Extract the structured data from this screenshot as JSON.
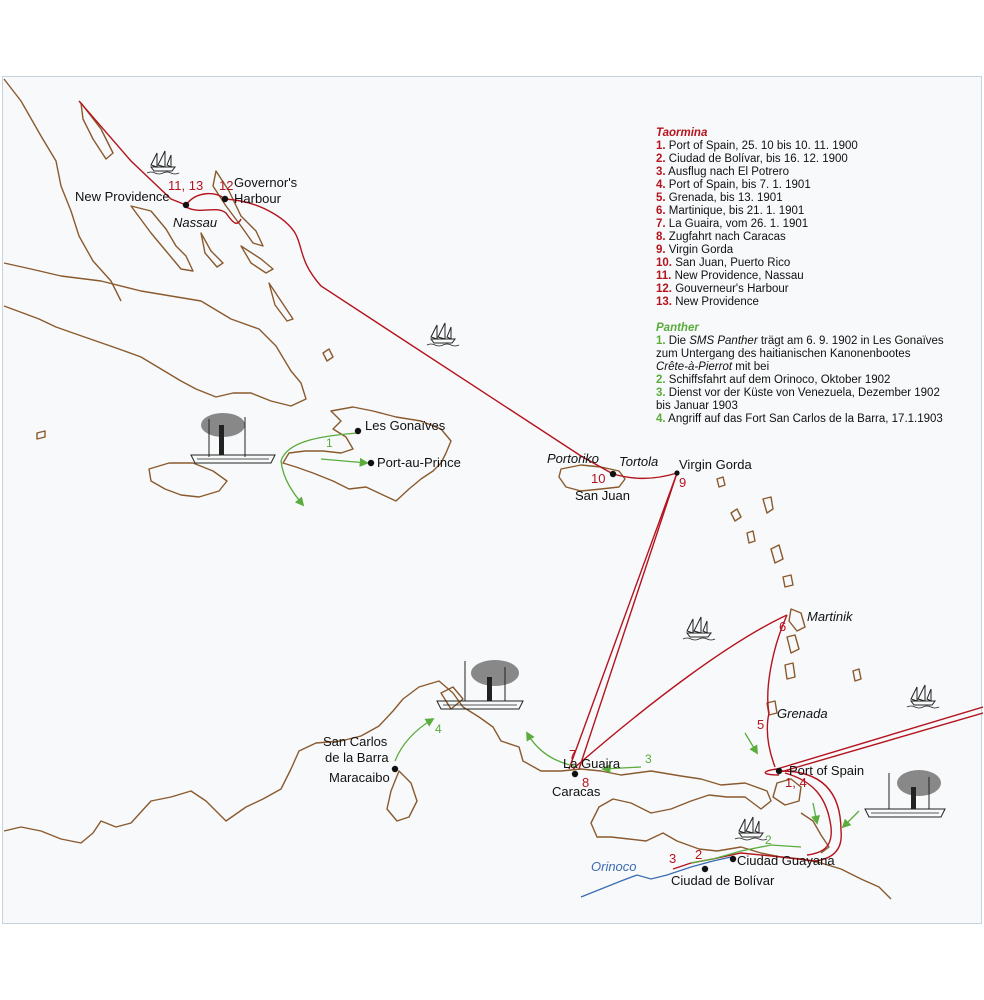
{
  "legend": {
    "taormina": {
      "title": "Taormina",
      "items": [
        {
          "num": "1.",
          "text": "Port of Spain, 25. 10 bis 10. 11. 1900"
        },
        {
          "num": "2.",
          "text": "Ciudad de Bolívar, bis 16. 12. 1900"
        },
        {
          "num": "3.",
          "text": "Ausflug nach El Potrero"
        },
        {
          "num": "4.",
          "text": "Port of Spain, bis 7. 1. 1901"
        },
        {
          "num": "5.",
          "text": "Grenada, bis 13. 1901"
        },
        {
          "num": "6.",
          "text": "Martinique, bis 21. 1. 1901"
        },
        {
          "num": "7.",
          "text": "La Guaira, vom 26. 1. 1901"
        },
        {
          "num": "8.",
          "text": "Zugfahrt nach Caracas"
        },
        {
          "num": "9.",
          "text": "Virgin Gorda"
        },
        {
          "num": "10.",
          "text": "San Juan, Puerto Rico"
        },
        {
          "num": "11.",
          "text": "New Providence, Nassau"
        },
        {
          "num": "12.",
          "text": "Gouverneur's Harbour"
        },
        {
          "num": "13.",
          "text": "New Providence"
        }
      ]
    },
    "panther": {
      "title": "Panther",
      "items": [
        {
          "num": "1.",
          "pre": "Die ",
          "em": "SMS Panther",
          "post": " trägt am 6. 9. 1902 in Les Gonaïves",
          "line2": "zum Untergang des haitianischen Kanonenbootes",
          "em2": "Crête-à-Pierrot",
          "post2": " mit bei"
        },
        {
          "num": "2.",
          "text": "Schiffsfahrt auf dem Orinoco, Oktober 1902"
        },
        {
          "num": "3.",
          "text": "Dienst vor der Küste von Venezuela, Dezember 1902",
          "line2": "bis Januar 1903"
        },
        {
          "num": "4.",
          "text": "Angriff auf das Fort San Carlos de la Barra, 17.1.1903"
        }
      ]
    }
  },
  "places": {
    "new_providence": "New Providence",
    "nassau": "Nassau",
    "governors_1": "Governor's",
    "governors_2": "Harbour",
    "les_gonaives": "Les Gonaïves",
    "port_au_prince": "Port-au-Prince",
    "portoriko": "Portoriko",
    "tortola": "Tortola",
    "virgin_gorda": "Virgin Gorda",
    "san_juan": "San Juan",
    "martinik": "Martinik",
    "grenada": "Grenada",
    "port_of_spain": "Port of Spain",
    "la_guaira": "La Guaira",
    "caracas": "Caracas",
    "san_carlos_1": "San Carlos",
    "san_carlos_2": "de la Barra",
    "maracaibo": "Maracaibo",
    "ciudad_guayana": "Ciudad Guayana",
    "ciudad_bolivar": "Ciudad de Bolívar",
    "orinoco": "Orinoco"
  },
  "route_numbers": {
    "n11_13": "11, 13",
    "n12": "12",
    "n10": "10",
    "n9": "9",
    "n6": "6",
    "n5": "5",
    "n7": "7",
    "n8": "8",
    "n1_4": "1, 4",
    "n3": "3",
    "n2": "2"
  },
  "panther_numbers": {
    "g1": "1",
    "g2": "2",
    "g3": "3",
    "g4": "4"
  },
  "colors": {
    "taormina_route": "#b4141e",
    "panther_route": "#5aac3c",
    "coast": "#8a5a2e",
    "river": "#3c6cb4",
    "background": "#f8f9fa"
  },
  "icons": [
    "sailing-ship-icon",
    "steamship-icon"
  ]
}
